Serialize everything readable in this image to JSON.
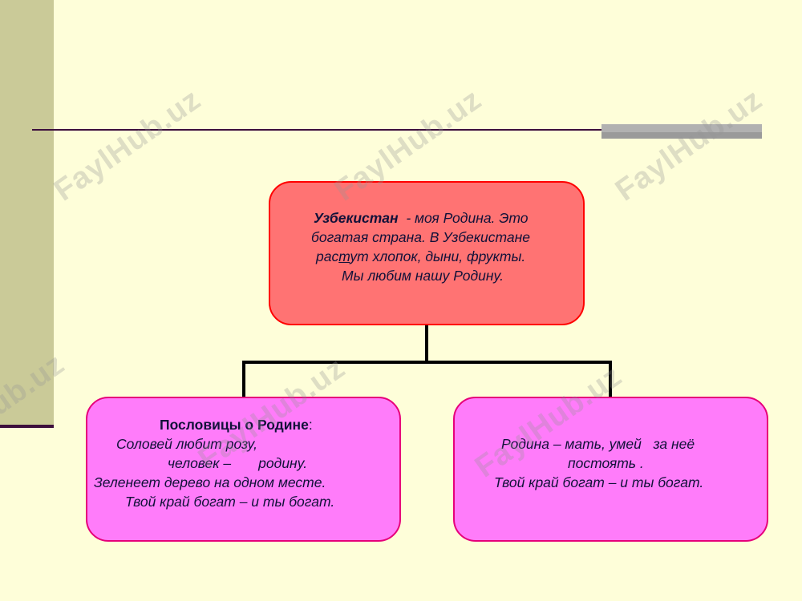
{
  "watermark": "FaylHub.uz",
  "top_box": {
    "line1_title": "Узбекистан",
    "line1_rest": "  - моя Родина. Это",
    "line2": "богатая страна. В Узбекистане",
    "line3_a": "рас",
    "line3_b": "т",
    "line3_c": "ут хлопок, дыни, фрукты.",
    "line4": "Мы любим нашу Родину."
  },
  "left_box": {
    "title": "Пословицы о Родине",
    "title_colon": ":",
    "line1": "Соловей любит розу,",
    "line2": "человек –       родину.",
    "line3": "Зеленеет дерево на одном месте.",
    "line4": "Твой край богат – и ты богат."
  },
  "right_box": {
    "line1": "Родина – мать, умей   за неё",
    "line2": "постоять .",
    "line3": "Твой край богат – и ты богат."
  },
  "colors": {
    "background": "#fefed9",
    "sidebar": "#caca98",
    "top_box_fill": "#ff7373",
    "top_box_border": "#ff0000",
    "bottom_box_fill": "#ff7cfa",
    "bottom_box_border": "#e6007a"
  }
}
